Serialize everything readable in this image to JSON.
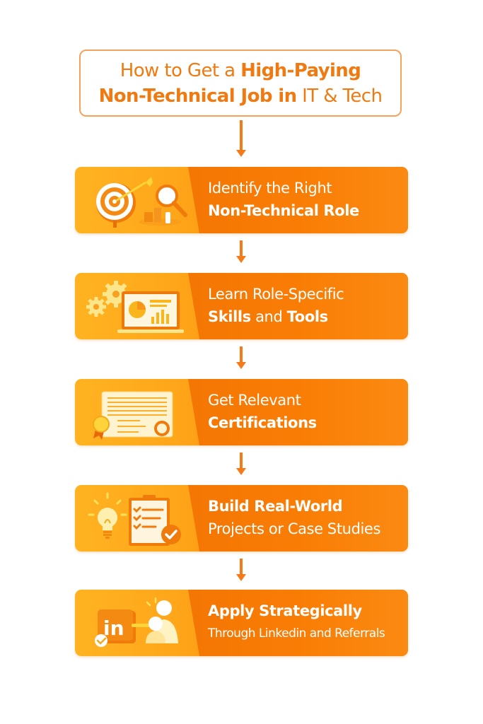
{
  "title": {
    "line1_regular": "How to Get a ",
    "line1_bold": "High-Paying",
    "line2_bold": "Non-Technical Job in",
    "line2_regular": " IT & Tech"
  },
  "colors": {
    "accent": "#f47a1a",
    "step_left": "#ffb321",
    "step_right": "#f47604",
    "title_text": "#f07a12",
    "title_border": "#f6a25a"
  },
  "steps": [
    {
      "icon": "target-magnifier-icon",
      "line1": "Identify the Right",
      "line2": "Non-Technical Role"
    },
    {
      "icon": "gears-laptop-chart-icon",
      "line1": "Learn Role-Specific",
      "line2_bold_a": "Skills",
      "line2_regular": " and ",
      "line2_bold_b": "Tools"
    },
    {
      "icon": "certificate-medal-icon",
      "line1": "Get Relevant",
      "line2": "Certifications"
    },
    {
      "icon": "lightbulb-checklist-icon",
      "line1": "Build Real-World",
      "line2": "Projects or Case Studies"
    },
    {
      "icon": "linkedin-referral-icon",
      "line1": "Apply Strategically",
      "line2": "Through Linkedin and Referrals"
    }
  ]
}
